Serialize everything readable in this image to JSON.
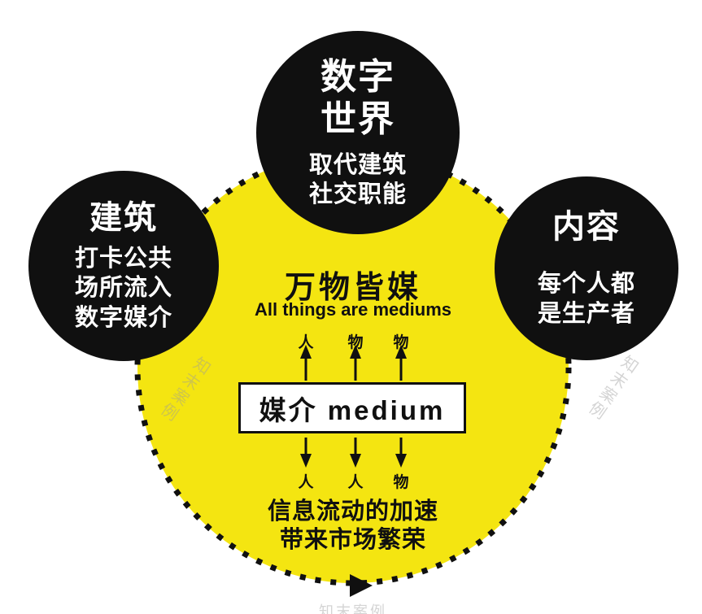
{
  "colors": {
    "yellow": "#F4E511",
    "ink": "#101010",
    "paper": "#FFFFFF",
    "watermark": "#9B9B9B"
  },
  "circles": {
    "top": {
      "title": "数字\n世界",
      "desc": "取代建筑\n社交职能"
    },
    "left": {
      "title": "建筑",
      "desc": "打卡公共\n场所流入\n数字媒介"
    },
    "right": {
      "title": "内容",
      "desc": "每个人都\n是生产者"
    }
  },
  "center": {
    "title": "万物皆媒",
    "subtitle": "All things are mediums",
    "medium_label": "媒介 medium",
    "top_arrow_labels": [
      "人",
      "物",
      "物"
    ],
    "bottom_arrow_labels": [
      "人",
      "人",
      "物"
    ],
    "footer": "信息流动的加速\n带来市场繁荣"
  },
  "watermark": {
    "text": "知末案例"
  }
}
